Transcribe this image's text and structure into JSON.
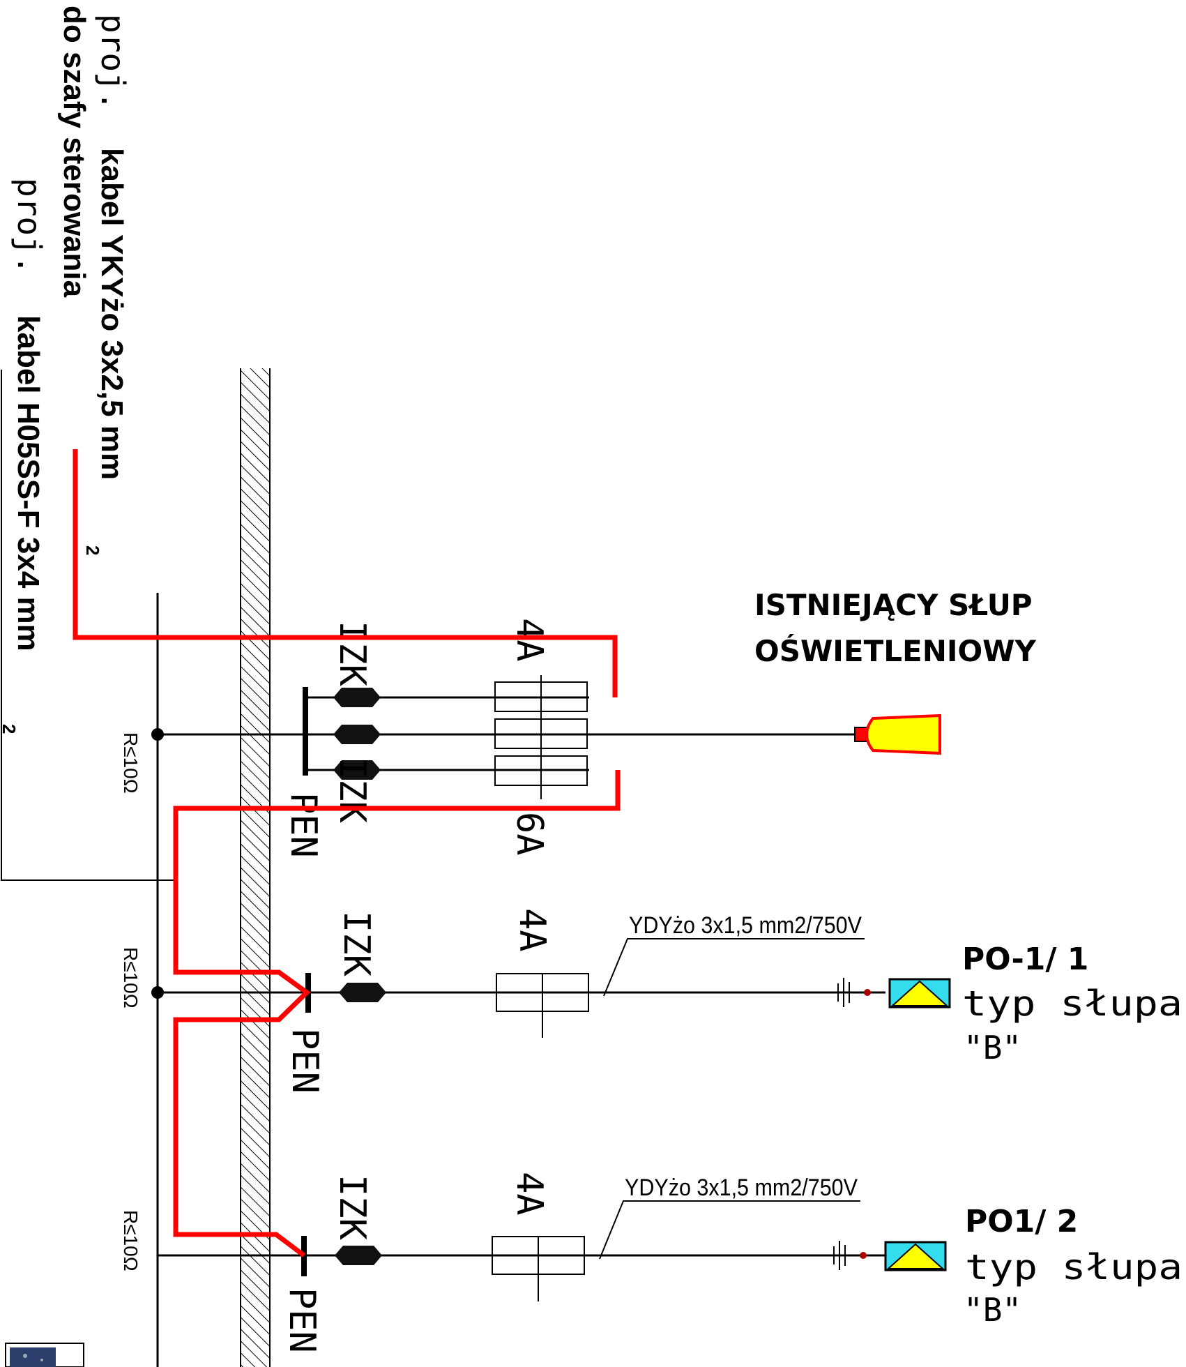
{
  "texts": {
    "proj1": "proj.",
    "cable1": "kabel YKYżo 3x2,5 mm",
    "cable1_sup": "2",
    "to_cabinet": "do szafy sterowania",
    "proj2": "proj.",
    "cable2": "kabel H05SS-F 3x4 mm",
    "cable2_sup": "2",
    "existing_pole_line1": "ISTNIEJĄCY SŁUP",
    "existing_pole_line2": "OŚWIETLENIOWY",
    "resistance": "R≤10Ω",
    "izk": "IZK",
    "pen": "PEN",
    "fuse_4a": "4A",
    "fuse_6a": "6A",
    "ydy_cable": "YDYżo 3x1,5 mm2/750V",
    "po1_label": "PO-1/ 1",
    "po2_label": "PO1/ 2",
    "pole_type": "typ słupa",
    "pole_type_value": "\"B\""
  },
  "colors": {
    "cable_red": "#ff0000",
    "lamp_yellow": "#ffff00",
    "lamp_cyan": "#33ddee",
    "line_black": "#000000"
  },
  "icons": [
    "earth-electrode-dot",
    "izk-connector-icon",
    "fuse-icon",
    "lamp-luminaire-icon",
    "ground-symbol-icon",
    "computer-thumbnail-icon"
  ]
}
